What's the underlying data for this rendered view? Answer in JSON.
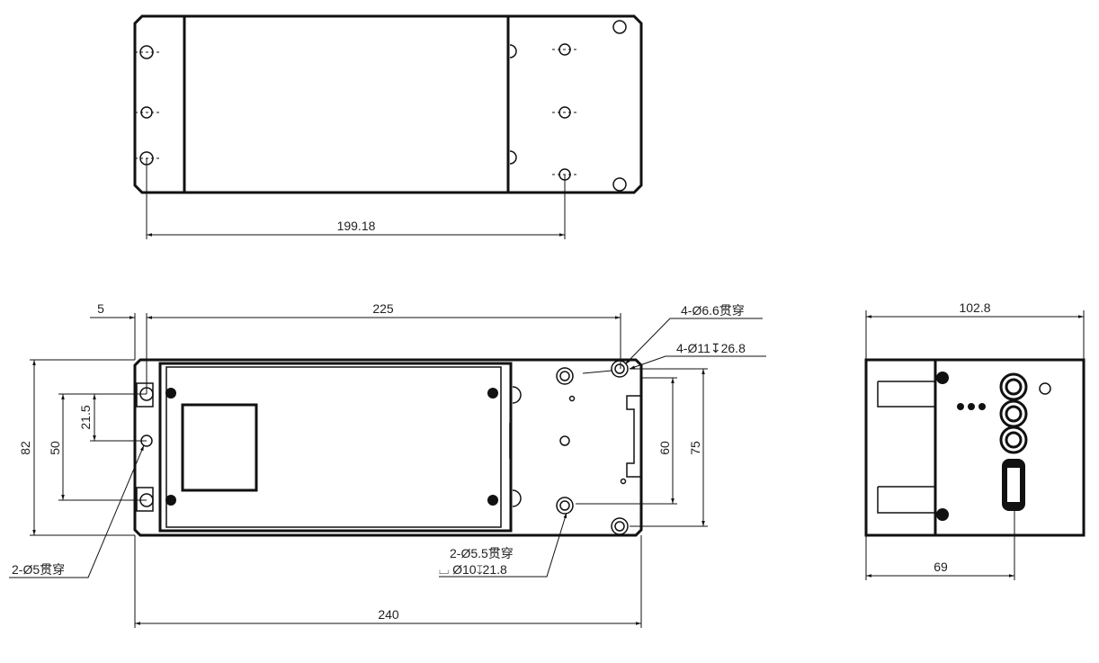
{
  "top_view": {
    "dim_hole_spacing": "199.18"
  },
  "front_view": {
    "dim_offset": "5",
    "dim_hole_span": "225",
    "dim_length": "240",
    "dim_height": "82",
    "dim_left_holes": "50",
    "dim_left_half": "21.5",
    "dim_right_inner": "60",
    "dim_right_outer": "75",
    "note_through_66": "4-Ø6.6贯穿",
    "note_counterbore_11": "4-Ø11↧26.8",
    "note_through_55": "2-Ø5.5贯穿",
    "note_counterbore_10": "⌴ Ø10↧21.8",
    "note_through_5": "2-Ø5贯穿"
  },
  "side_view": {
    "dim_width": "102.8",
    "dim_connector": "69"
  }
}
